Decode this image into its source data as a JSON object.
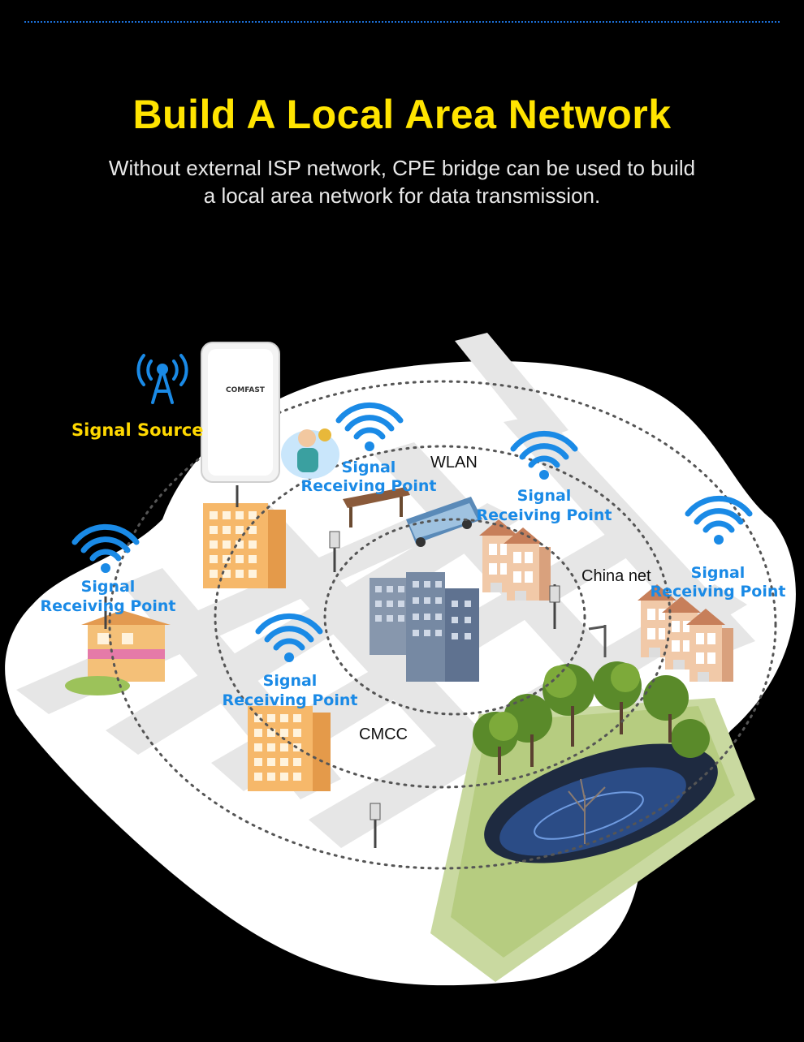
{
  "header": {
    "title": "Build A Local Area Network",
    "subtitle_line1": "Without external ISP network, CPE bridge can be used to build",
    "subtitle_line2": "a local area network for data transmission."
  },
  "device": {
    "brand": "COMFAST"
  },
  "labels": {
    "signal_source": "Signal Source",
    "receiving_line1": "Signal",
    "receiving_line2": "Receiving Point",
    "wlan": "WLAN",
    "china_net": "China net",
    "cmcc": "CMCC"
  },
  "colors": {
    "background": "#000000",
    "title": "#ffe400",
    "signal_blue": "#1a8ae6",
    "signal_source": "#ffd800",
    "ground": "#ffffff"
  },
  "icons": [
    "signal-tower-icon",
    "wifi-icon"
  ]
}
